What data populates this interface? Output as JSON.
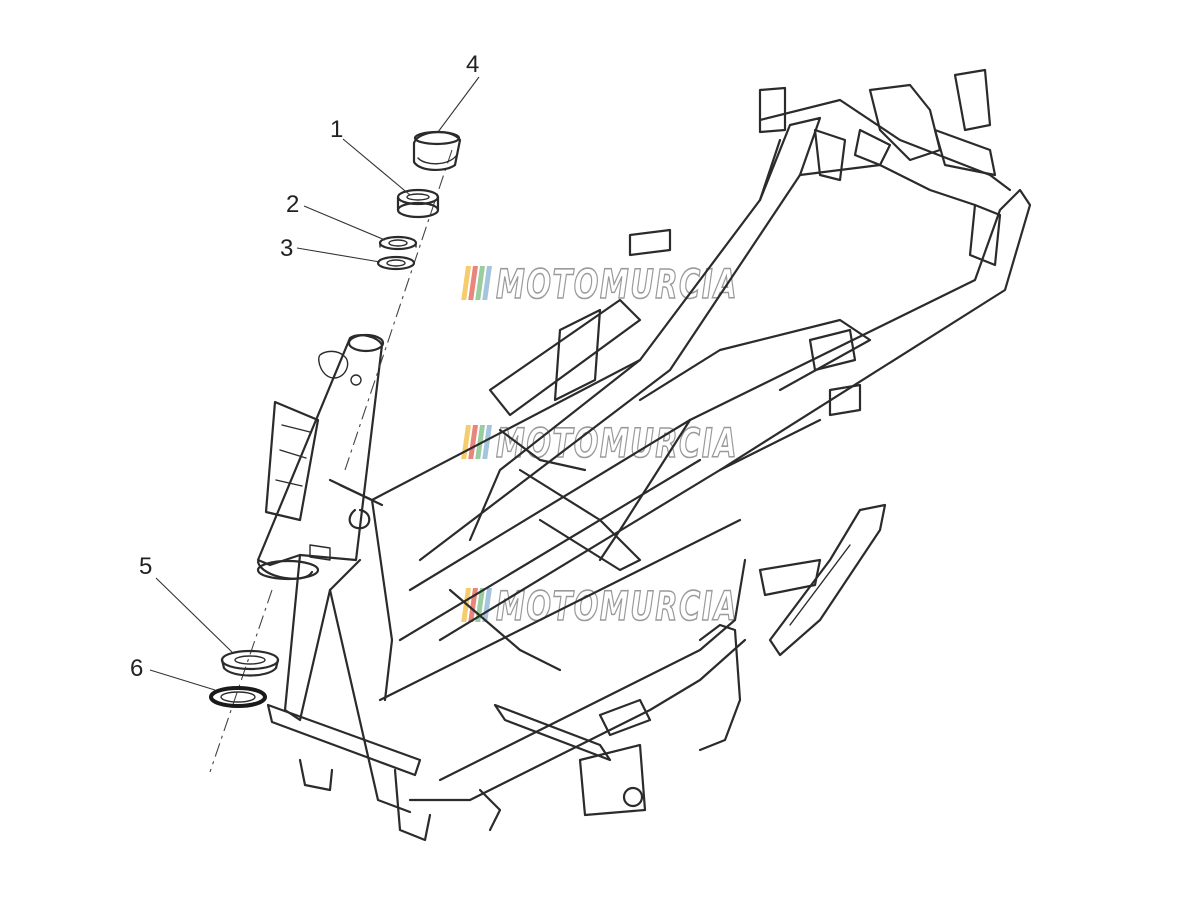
{
  "diagram": {
    "callouts": [
      {
        "id": "c1",
        "label": "1"
      },
      {
        "id": "c2",
        "label": "2"
      },
      {
        "id": "c3",
        "label": "3"
      },
      {
        "id": "c4",
        "label": "4"
      },
      {
        "id": "c5",
        "label": "5"
      },
      {
        "id": "c6",
        "label": "6"
      }
    ]
  },
  "watermark": {
    "text": "MOTOMURCIA",
    "colors": [
      "#f3c04a",
      "#e5675a",
      "#7fbf86",
      "#8fb6d6"
    ]
  }
}
